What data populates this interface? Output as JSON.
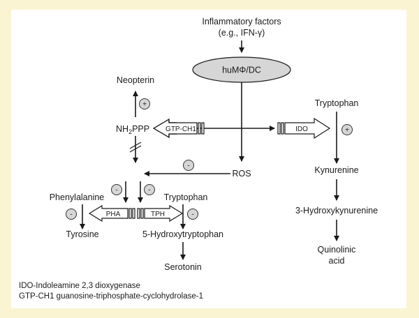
{
  "nodes": {
    "inflammatory_1": "Inflammatory factors",
    "inflammatory_2": "(e.g., IFN-γ)",
    "cell": "huMΦ/DC",
    "neopterin": "Neopterin",
    "nh2ppp_pre": "NH",
    "nh2ppp_sub": "2",
    "nh2ppp_post": "PPP",
    "gtp_ch1": "GTP-CH1",
    "ido": "IDO",
    "ros": "ROS",
    "tryptophan_right": "Tryptophan",
    "kynurenine": "Kynurenine",
    "hydroxykynurenine": "3-Hydroxykynurenine",
    "quinolinic_1": "Quinolinic",
    "quinolinic_2": "acid",
    "phenylalanine": "Phenylalanine",
    "tryptophan_left": "Tryptophan",
    "pha": "PHA",
    "tph": "TPH",
    "tyrosine": "Tyrosine",
    "hydroxytryptophan": "5-Hydroxytryptophan",
    "serotonin": "Serotonin"
  },
  "signs": {
    "plus": "+",
    "minus": "-"
  },
  "legend": [
    "IDO-Indoleamine 2,3 dioxygenase",
    "GTP-CH1 guanosine-triphosphate-cyclohydrolase-1"
  ]
}
